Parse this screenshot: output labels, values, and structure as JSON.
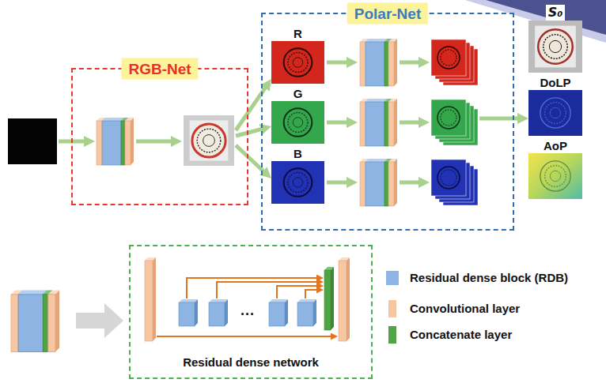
{
  "diagram": {
    "nodes": [
      {
        "text": [
          "RGB-Net"
        ]
      },
      {
        "text": [
          "Polar-Net"
        ]
      },
      {
        "text": [
          "R"
        ],
        "in": 1
      },
      {
        "text": [
          "G"
        ],
        "in": 1
      },
      {
        "text": [
          "B"
        ],
        "in": 1
      },
      {
        "text": [
          "S₀"
        ]
      },
      {
        "text": [
          "DoLP"
        ]
      },
      {
        "text": [
          "AoP"
        ]
      },
      {
        "text": [
          "Residual dense network"
        ]
      }
    ],
    "edges": [
      {
        "from": 0,
        "to": 2,
        "arrow": "to"
      },
      {
        "from": 0,
        "to": 3,
        "arrow": "to"
      },
      {
        "from": 0,
        "to": 4,
        "arrow": "to"
      },
      {
        "from": 1,
        "to": 6,
        "arrow": "to"
      }
    ],
    "labels": [
      "···"
    ],
    "legend": [
      {
        "text": "Residual dense block (RDB)",
        "color": "#8db4e2"
      },
      {
        "text": "Convolutional layer",
        "color": "#f7c6a3"
      },
      {
        "text": "Concatenate layer",
        "color": "#4fa546"
      }
    ]
  }
}
